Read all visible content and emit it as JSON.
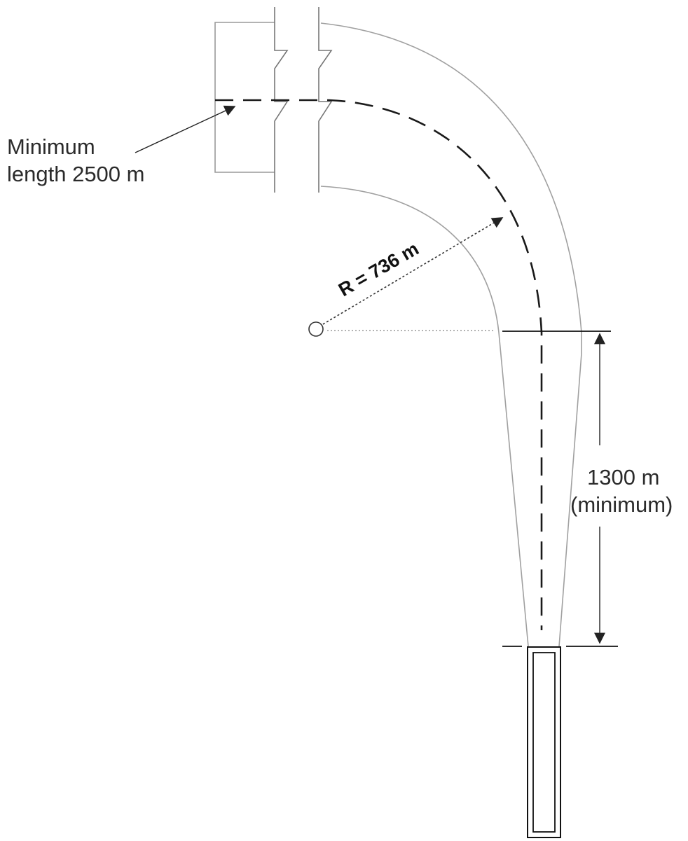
{
  "labels": {
    "min_length_line1": "Minimum",
    "min_length_line2": "length 2500 m",
    "radius": "R = 736 m",
    "straight_length_line1": "1300 m",
    "straight_length_line2": "(minimum)"
  },
  "colors": {
    "edge_line": "#9a9a9a",
    "centerline": "#1a1a1a",
    "arrow": "#222222",
    "text": "#2b2b2b"
  }
}
